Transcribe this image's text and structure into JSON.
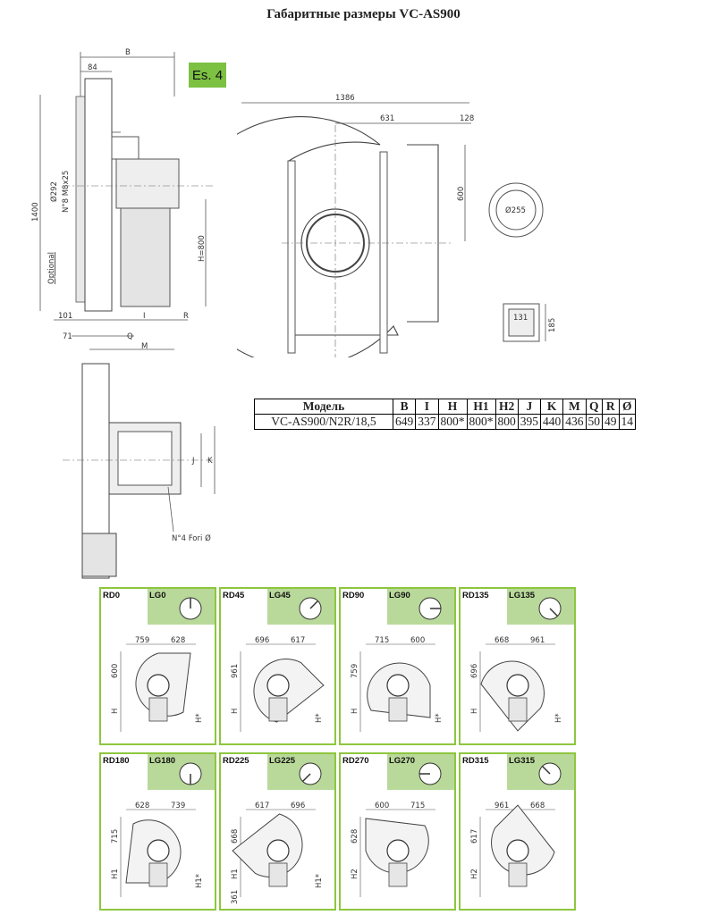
{
  "title": "Габаритные размеры VC-AS900",
  "badge": "Es. 4",
  "side_view": {
    "dims": [
      "B",
      "84",
      "1400",
      "Ø292",
      "N°8 M8x25",
      "Optional",
      "H=800",
      "101",
      "I",
      "R",
      "71",
      "Q",
      "M"
    ]
  },
  "front_view": {
    "dims": [
      "1386",
      "631",
      "128",
      "600",
      "Ø255",
      "131",
      "185"
    ]
  },
  "base_view": {
    "dims": [
      "J",
      "K",
      "N°4 Fori Ø"
    ]
  },
  "table": {
    "headers": [
      "Модель",
      "B",
      "I",
      "H",
      "H1",
      "H2",
      "J",
      "K",
      "M",
      "Q",
      "R",
      "Ø"
    ],
    "row": [
      "VC-AS900/N2R/18,5",
      "649",
      "337",
      "800*",
      "800*",
      "800",
      "395",
      "440",
      "436",
      "50",
      "49",
      "14"
    ]
  },
  "orientations": [
    {
      "rd": "RD0",
      "lg": "LG0",
      "d1": "759",
      "d2": "628",
      "v1": "600",
      "v2": "H",
      "v3": "H*"
    },
    {
      "rd": "RD45",
      "lg": "LG45",
      "d1": "696",
      "d2": "617",
      "v1": "961",
      "v2": "H",
      "v3": "H*"
    },
    {
      "rd": "RD90",
      "lg": "LG90",
      "d1": "715",
      "d2": "600",
      "v1": "759",
      "v2": "H",
      "v3": "H*"
    },
    {
      "rd": "RD135",
      "lg": "LG135",
      "d1": "668",
      "d2": "961",
      "v1": "696",
      "v2": "H",
      "v3": "H*"
    },
    {
      "rd": "RD180",
      "lg": "LG180",
      "d1": "628",
      "d2": "739",
      "v1": "715",
      "v2": "H1",
      "v3": "H1*"
    },
    {
      "rd": "RD225",
      "lg": "LG225",
      "d1": "617",
      "d2": "696",
      "v1": "668",
      "v2": "H1",
      "v3": "H1*",
      "v4": "361"
    },
    {
      "rd": "RD270",
      "lg": "LG270",
      "d1": "600",
      "d2": "715",
      "v1": "628",
      "v2": "H2",
      "v3": ""
    },
    {
      "rd": "RD315",
      "lg": "LG315",
      "d1": "961",
      "d2": "668",
      "v1": "617",
      "v2": "H2",
      "v3": ""
    }
  ]
}
